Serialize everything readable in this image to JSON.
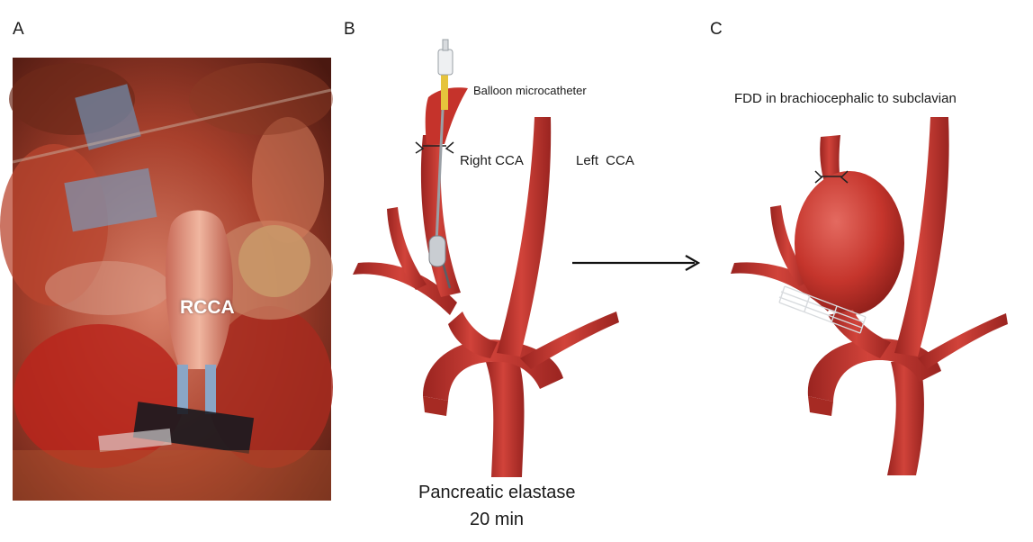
{
  "panels": {
    "a": {
      "letter": "A",
      "photo_label": "RCCA"
    },
    "b": {
      "letter": "B",
      "catheter_label": "Balloon microcatheter",
      "right_label": "Right CCA",
      "left_label": "Left CCA",
      "caption_line1": "Pancreatic elastase",
      "caption_line2": "20 min"
    },
    "c": {
      "letter": "C",
      "title": "FDD in brachiocephalic to subclavian"
    }
  },
  "colors": {
    "vessel": "#c5332b",
    "vessel_dark": "#8e1f1a",
    "vessel_light": "#e0605a"
  }
}
